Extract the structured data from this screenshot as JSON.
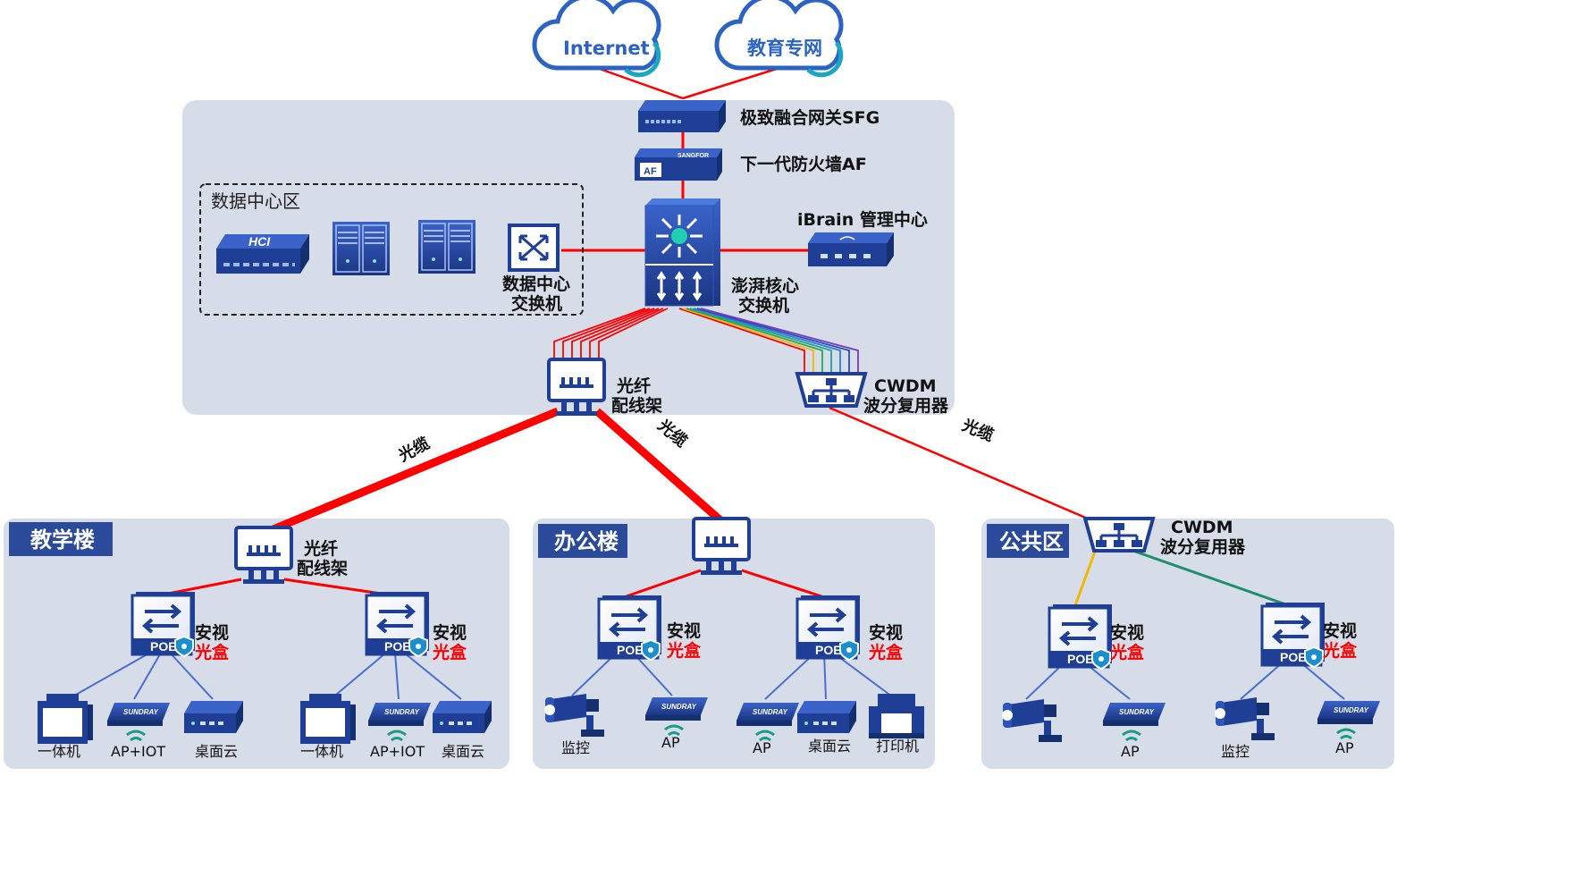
{
  "clouds": {
    "internet": "Internet",
    "edu": "教育专网"
  },
  "core": {
    "sfg": "极致融合网关SFG",
    "af": "下一代防火墙AF",
    "af_badge": "AF",
    "af_brand": "SANGFOR",
    "ibrain": "iBrain 管理中心",
    "core_switch": [
      "澎湃核心",
      "交换机"
    ],
    "dc_zone": "数据中心区",
    "hci_badge": "HCI",
    "dc_switch": [
      "数据中心",
      "交换机"
    ],
    "fiber_frame": [
      "光纤",
      "配线架"
    ],
    "cwdm_top": [
      "CWDM",
      "波分复用器"
    ]
  },
  "links": {
    "cable": "光缆"
  },
  "zones": {
    "teaching": {
      "title": "教学楼",
      "fiber_frame": [
        "光纤",
        "配线架"
      ],
      "box": [
        "安视",
        "光盒"
      ],
      "poe": "POE",
      "devices_left": [
        "一体机",
        "AP+IOT",
        "桌面云"
      ],
      "devices_right": [
        "一体机",
        "AP+IOT",
        "桌面云"
      ]
    },
    "office": {
      "title": "办公楼",
      "box": [
        "安视",
        "光盒"
      ],
      "poe": "POE",
      "devices_left": [
        "监控",
        "AP"
      ],
      "devices_right": [
        "AP",
        "桌面云",
        "打印机"
      ]
    },
    "public": {
      "title": "公共区",
      "cwdm": [
        "CWDM",
        "波分复用器"
      ],
      "box": [
        "安视",
        "光盒"
      ],
      "poe": "POE",
      "devices_left": [
        "监控",
        "AP"
      ],
      "devices_right": [
        "监控",
        "AP"
      ]
    }
  },
  "brand_ap": "SUNDRAY",
  "colors": {
    "panel": "#d6dce8",
    "zone_header": "#2b4a9a",
    "device_blue": "#1f3f96",
    "link_red": "#ff0000",
    "link_blue": "#4a6fd0",
    "link_yellow": "#f2b705",
    "link_green": "#1f8f6a"
  }
}
